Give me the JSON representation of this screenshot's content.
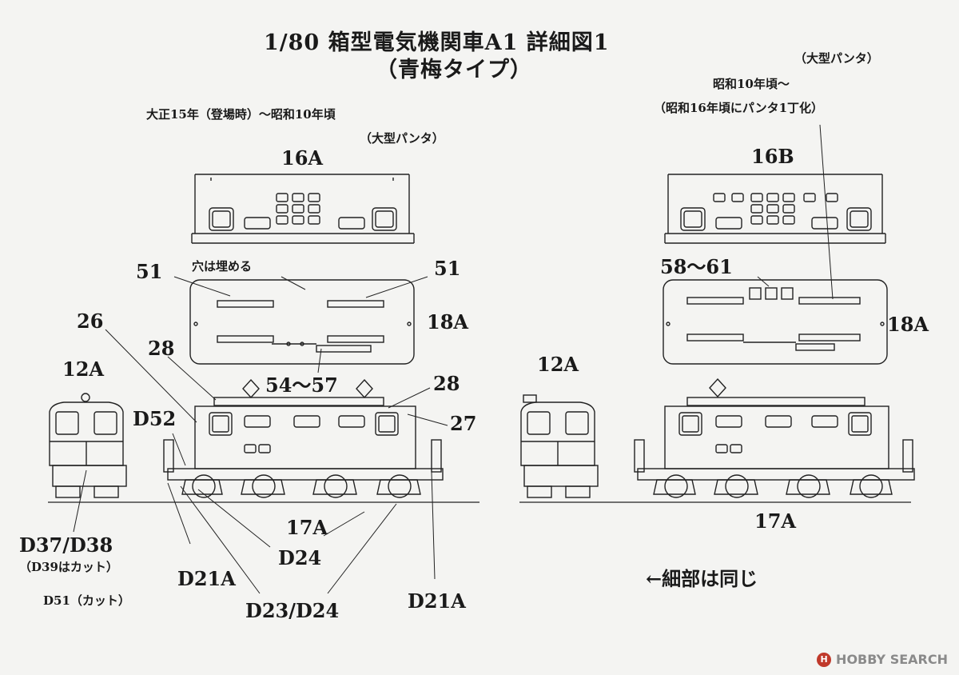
{
  "title": {
    "line1": "1/80 箱型電気機関車A1 詳細図1",
    "line2": "（青梅タイプ）"
  },
  "left": {
    "era": "大正15年（登場時）～昭和10年頃",
    "panto": "（大型パンタ）",
    "roof_part": "16A",
    "hole_note": "穴は埋める",
    "frame_part": "18A",
    "front_part": "12A",
    "body_part": "17A",
    "labels": {
      "p51a": "51",
      "p51b": "51",
      "p26": "26",
      "p28a": "28",
      "p28b": "28",
      "p27": "27",
      "p54": "54～57",
      "d52": "D52",
      "d37": "D37/D38",
      "d39": "（D39はカット）",
      "d51": "D51（カット）",
      "d21a_l": "D21A",
      "d24": "D24",
      "d23": "D23/D24",
      "d21a_r": "D21A"
    }
  },
  "right": {
    "panto": "（大型パンタ）",
    "era": "昭和10年頃～",
    "era2": "（昭和16年頃にパンタ1丁化）",
    "roof_part": "16B",
    "p58": "58～61",
    "frame_part": "18A",
    "front_part": "12A",
    "body_part": "17A",
    "same_note": "←細部は同じ"
  },
  "watermark": {
    "logo": "H",
    "text": "HOBBY SEARCH"
  }
}
